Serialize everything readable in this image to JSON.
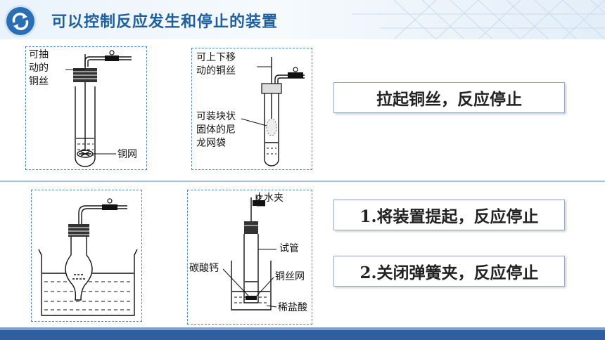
{
  "header": {
    "title": "可以控制反应发生和停止的装置",
    "icon": "refresh-icon"
  },
  "colors": {
    "accent": "#2a6fb5",
    "title": "#1f5f9e",
    "footer": "#2f5f9f",
    "panel_border": "#4d86c6"
  },
  "diagrams": {
    "d1": {
      "label_top": "可抽\n动的\n铜丝",
      "label_mesh": "铜网"
    },
    "d2": {
      "label_top": "可上下移\n动的铜丝",
      "label_bag": "可装块状\n固体的尼\n龙网袋"
    },
    "d4": {
      "label_clamp": "止水夹",
      "label_tube": "试管",
      "label_solid": "碳酸钙",
      "label_mesh": "铜丝网",
      "label_acid": "稀盐酸"
    }
  },
  "answers": {
    "a1": "拉起铜丝，反应停止",
    "a2": "1.将装置提起，反应停止",
    "a3": "2.关闭弹簧夹，反应停止"
  }
}
